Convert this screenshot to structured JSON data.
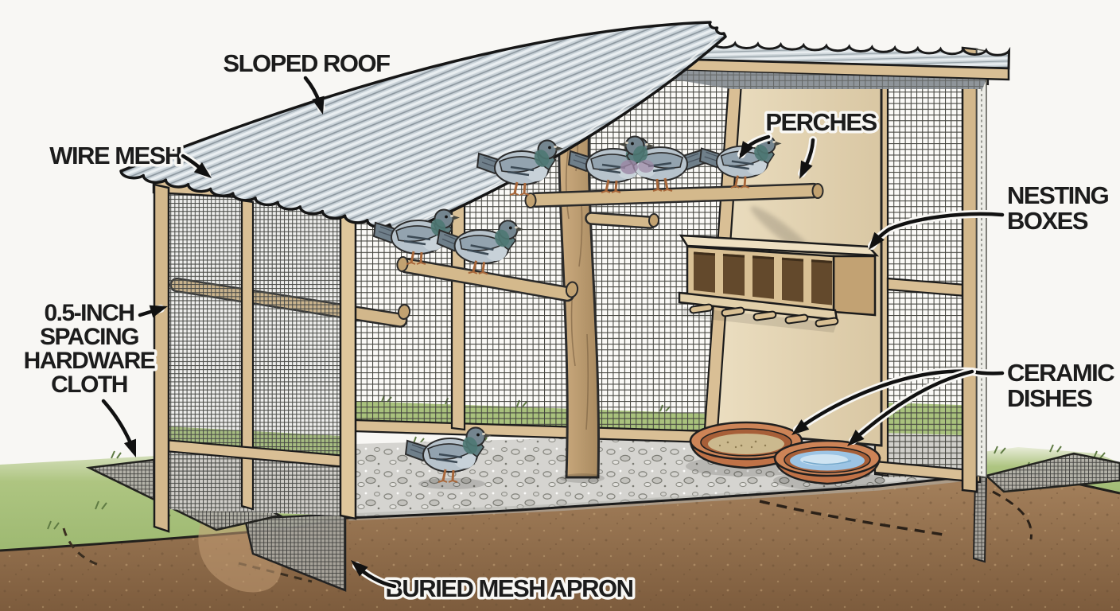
{
  "labels": {
    "sloped_roof": "SLOPED ROOF",
    "wire_mesh": "WIRE MESH",
    "perches": "PERCHES",
    "nesting_boxes": {
      "line1": "NESTING",
      "line2": "BOXES"
    },
    "hardware_cloth": {
      "line1": "0.5-INCH",
      "line2": "SPACING",
      "line3": "HARDWARE",
      "line4": "CLOTH"
    },
    "ceramic_dishes": {
      "line1": "CERAMIC",
      "line2": "DISHES"
    },
    "buried_mesh_apron": "BURIED MESH APRON"
  },
  "scene": {
    "description": "Cutaway illustration of a pigeon aviary with sloped corrugated roof, wire mesh walls, perches, nesting boxes, ceramic dishes and a buried mesh apron",
    "pigeon_count": 7,
    "nesting_compartment_count": 5,
    "dish_count": 2,
    "dishes": [
      "seed dish",
      "water dish"
    ]
  },
  "colors": {
    "background": "#f8f7f4",
    "roof_metal": "#c9d2d8",
    "wood": "#d9bf95",
    "interior_wall": "#e6d9bb",
    "grass": "#a9c27d",
    "soil": "#9c7854",
    "gravel": "#d5d4d0",
    "terracotta": "#cd8457",
    "water": "#9cc4e4",
    "pigeon": "#b7c3cc",
    "label_text": "#1c1c1c"
  }
}
